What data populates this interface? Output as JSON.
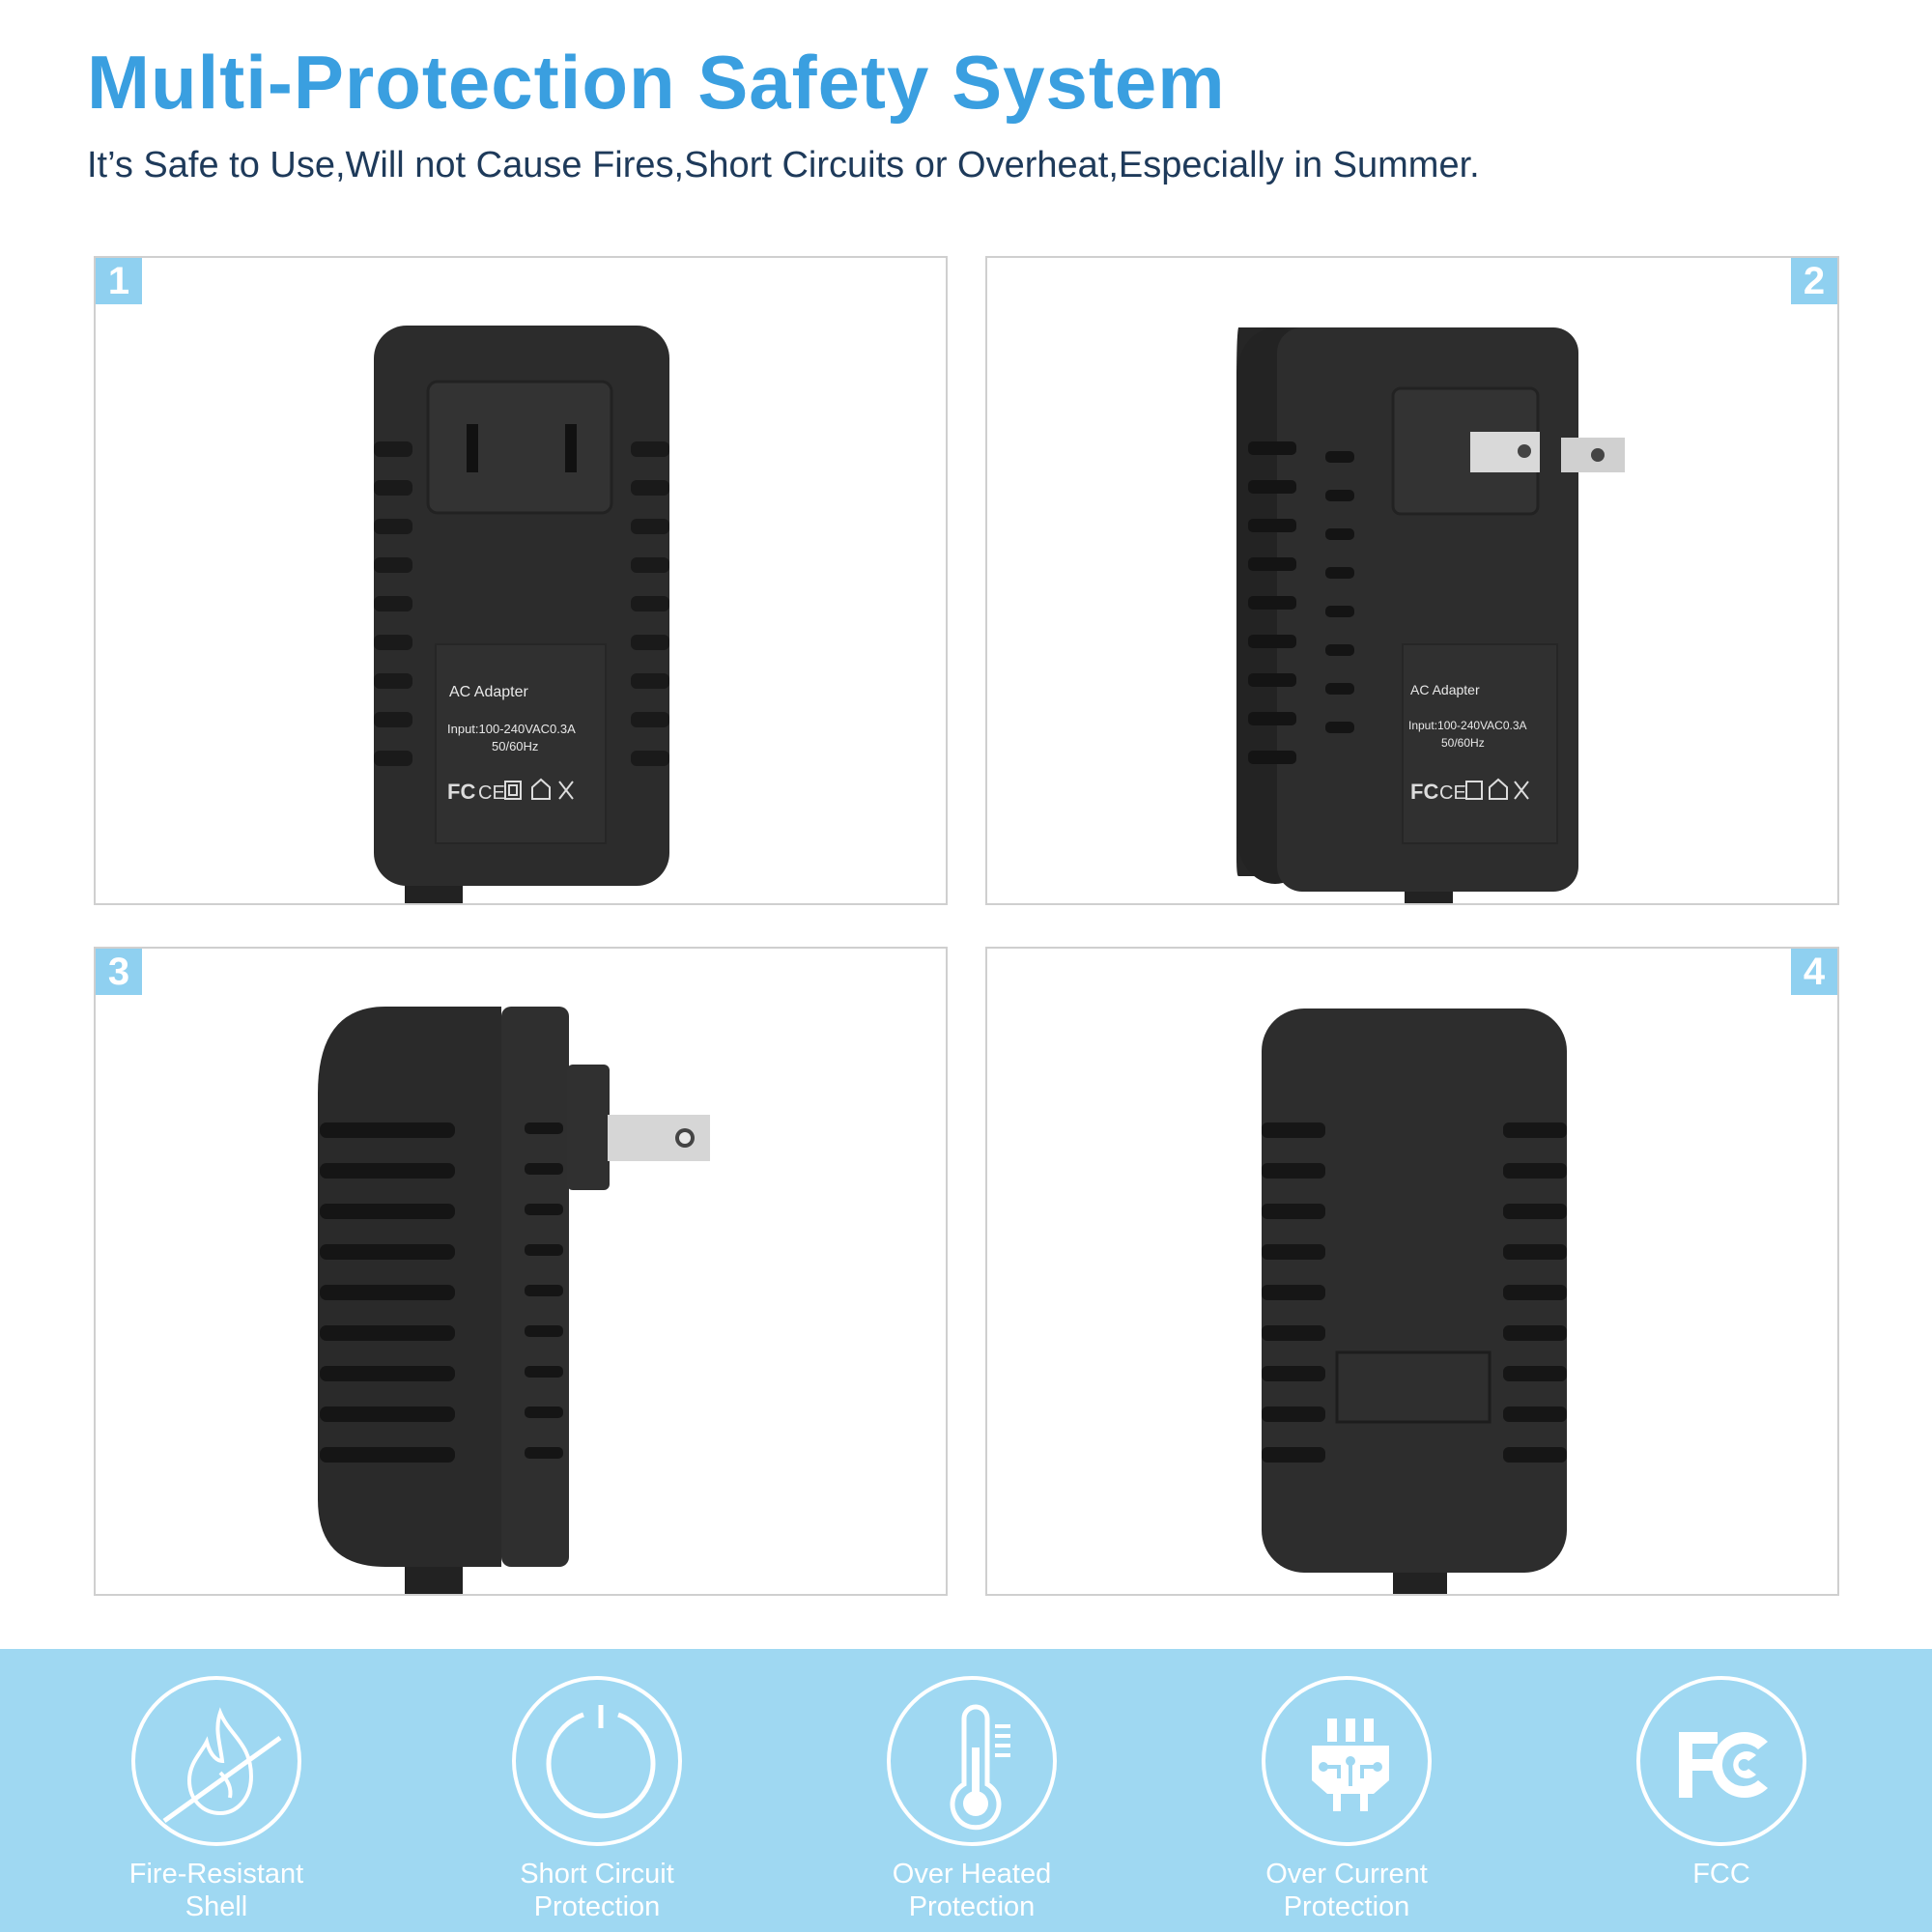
{
  "header": {
    "title": "Multi-Protection Safety System",
    "subtitle": "It’s Safe to Use,Will not Cause Fires,Short Circuits or Overheat,Especially in Summer."
  },
  "panels": [
    {
      "badge": "1"
    },
    {
      "badge": "2"
    },
    {
      "badge": "3"
    },
    {
      "badge": "4"
    }
  ],
  "label": {
    "line1": "AC Adapter",
    "line2": "Input:100-240VAC0.3A",
    "line3": "50/60Hz"
  },
  "features": [
    {
      "line1": "Fire-Resistant",
      "line2": "Shell",
      "icon": "fire-icon"
    },
    {
      "line1": "Short Circuit",
      "line2": "Protection",
      "icon": "power-icon"
    },
    {
      "line1": "Over Heated",
      "line2": "Protection",
      "icon": "thermometer-icon"
    },
    {
      "line1": "Over Current",
      "line2": "Protection",
      "icon": "plug-circuit-icon"
    },
    {
      "line1": "FCC",
      "line2": "",
      "icon": "fcc-icon"
    }
  ],
  "colors": {
    "title": "#3a9fe0",
    "subtitle": "#1e3a5a",
    "badge": "#8fd0f0",
    "band": "#9fd8f2",
    "adapter": "#2b2b2b"
  }
}
